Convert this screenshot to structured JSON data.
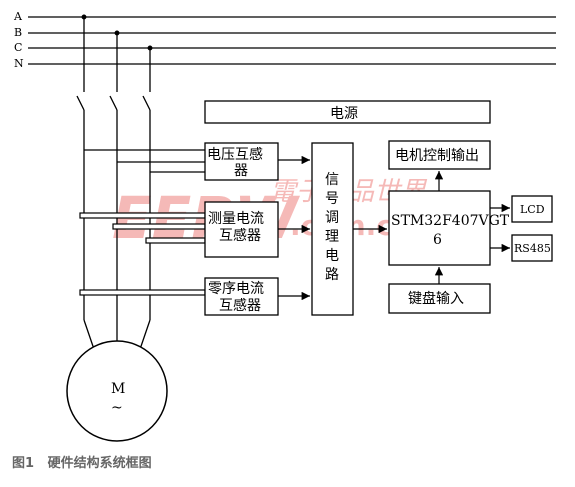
{
  "phases": [
    "A",
    "B",
    "C",
    "N"
  ],
  "power_label": "电源",
  "voltage_transformer": [
    "电压互感",
    "器"
  ],
  "measure_current_transformer": [
    "测量电流",
    "互感器"
  ],
  "zero_seq_transformer": [
    "零序电流",
    "互感器"
  ],
  "signal_conditioning": [
    "信",
    "号",
    "调",
    "理",
    "电",
    "路"
  ],
  "mcu": [
    "STM32F407VGT",
    "6"
  ],
  "motor_control_output": "电机控制输出",
  "lcd": "LCD",
  "rs485": "RS485",
  "keyboard_input": "键盘输入",
  "motor": {
    "label": "M",
    "symbol": "~"
  },
  "watermark": [
    "EEPW",
    "電子產品世界",
    ".com.cn"
  ],
  "caption": {
    "figure": "图1",
    "title": "硬件结构系统框图"
  }
}
